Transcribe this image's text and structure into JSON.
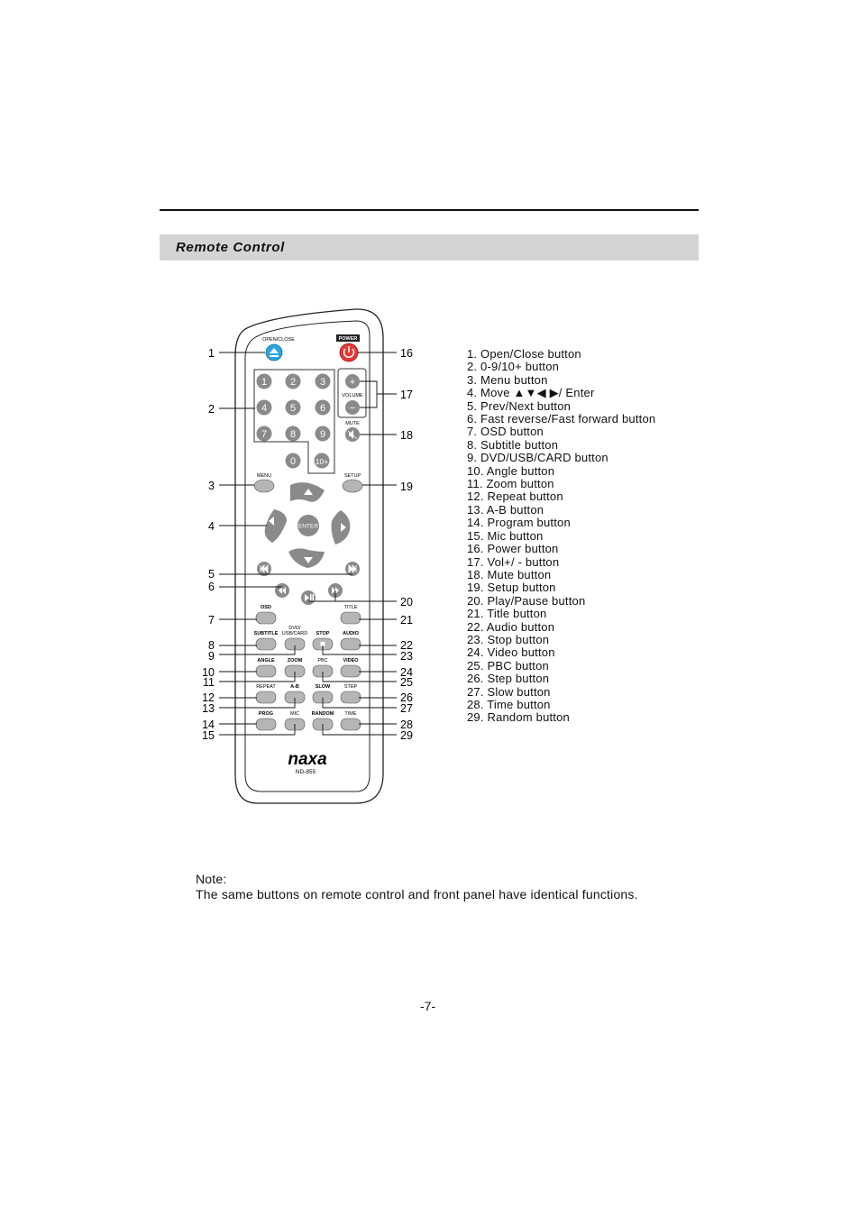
{
  "section": {
    "title": "Remote  Control"
  },
  "remote": {
    "open_close_label": "OPEN/CLOSE",
    "power_label": "POWER",
    "volume_label": "VOLUME",
    "mute_label": "MUTE",
    "menu_label": "MENU",
    "setup_label": "SETUP",
    "enter_label": "ENTER",
    "osd_label": "OSD",
    "title_label": "TITLE",
    "subtitle_label": "SUBTITLE",
    "dvd_label": "DVD/",
    "usb_card_label": "USB/CARD",
    "stop_label": "STOP",
    "audio_label": "AUDIO",
    "angle_label": "ANGLE",
    "zoom_label": "ZOOM",
    "pbc_label": "PBC",
    "video_label": "VIDEO",
    "repeat_label": "REPEAT",
    "ab_label": "A-B",
    "slow_label": "SLOW",
    "step_label": "STEP",
    "prog_label": "PROG",
    "mic_label": "MIC",
    "random_label": "RANDOM",
    "time_label": "TIME",
    "brand": "naxa",
    "model": "ND-855",
    "digits": [
      "1",
      "2",
      "3",
      "4",
      "5",
      "6",
      "7",
      "8",
      "9",
      "0",
      "10+"
    ],
    "vol_plus": "+",
    "vol_minus": "−"
  },
  "callouts_left": [
    "1",
    "2",
    "3",
    "4",
    "5",
    "6",
    "7",
    "8",
    "9",
    "10",
    "11",
    "12",
    "13",
    "14",
    "15"
  ],
  "callouts_right": [
    "16",
    "17",
    "18",
    "19",
    "20",
    "21",
    "22",
    "23",
    "24",
    "25",
    "26",
    "27",
    "28",
    "29"
  ],
  "legend": [
    "1. Open/Close button",
    "2. 0-9/10+ button",
    "3. Menu button",
    "4. Move ▲▼◀ ▶/ Enter",
    "5. Prev/Next button",
    "6. Fast reverse/Fast forward button",
    "7. OSD button",
    "8. Subtitle button",
    "9. DVD/USB/CARD button",
    "10. Angle button",
    "11. Zoom button",
    "12. Repeat button",
    "13. A-B button",
    "14. Program button",
    "15. Mic button",
    "16. Power button",
    "17. Vol+/ - button",
    "18. Mute button",
    "19. Setup button",
    "20. Play/Pause button",
    "21. Title button",
    "22. Audio button",
    "23. Stop button",
    "24. Video button",
    "25. PBC button",
    "26. Step button",
    "27. Slow button",
    "28. Time button",
    "29. Random button"
  ],
  "note": {
    "heading": "Note:",
    "text": "The same buttons on remote control and front panel have identical functions."
  },
  "page_number": "-7-",
  "colors": {
    "open_close": "#29a6e0",
    "power": "#e53935",
    "button": "#b5b5b5",
    "dark_button": "#8a8a8a"
  }
}
